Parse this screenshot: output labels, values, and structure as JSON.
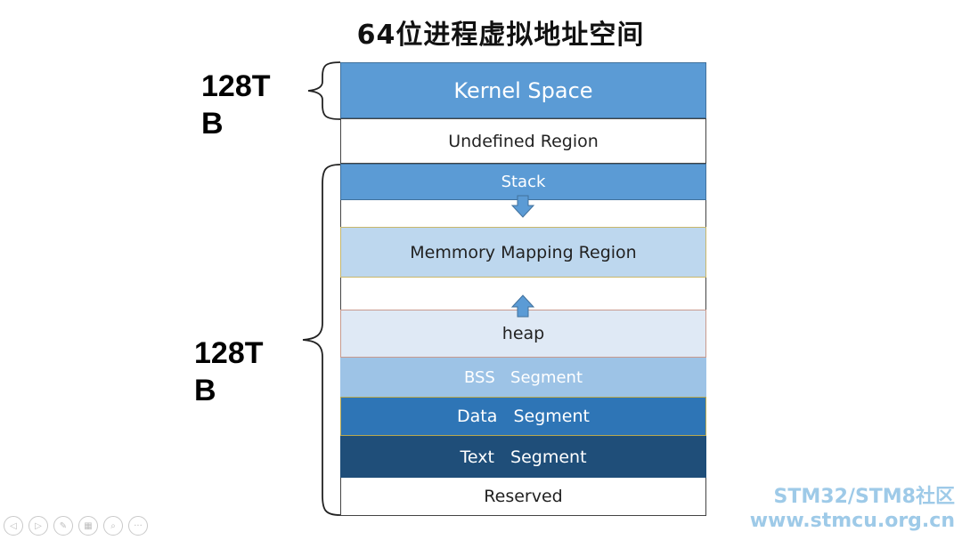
{
  "title": "64位进程虚拟地址空间",
  "size_labels": {
    "kernel": {
      "line1": "128T",
      "line2": "B"
    },
    "user": {
      "line1": "128T",
      "line2": "B"
    }
  },
  "regions": {
    "kernel_space": "Kernel Space",
    "undefined_region": "Undefined Region",
    "stack": "Stack",
    "mmap": "Memmory Mapping Region",
    "heap": "heap",
    "bss": "BSS   Segment",
    "data": "Data   Segment",
    "text": "Text   Segment",
    "reserved": "Reserved"
  },
  "colors": {
    "kernel": "#5b9bd5",
    "stack": "#5b9bd5",
    "mmap": "#bdd7ee",
    "heap": "#dfe9f5",
    "bss": "#9dc3e6",
    "data": "#2e75b6",
    "text": "#1f4e79",
    "arrow": "#5b9bd5"
  },
  "watermark": {
    "line1": "STM32/STM8社区",
    "line2": "www.stmcu.org.cn"
  },
  "toolbar": {
    "icons": [
      "prev-icon",
      "next-icon",
      "pen-icon",
      "slides-icon",
      "zoom-icon",
      "more-icon"
    ],
    "glyphs": [
      "◁",
      "▷",
      "✎",
      "▦",
      "⌕",
      "···"
    ]
  }
}
